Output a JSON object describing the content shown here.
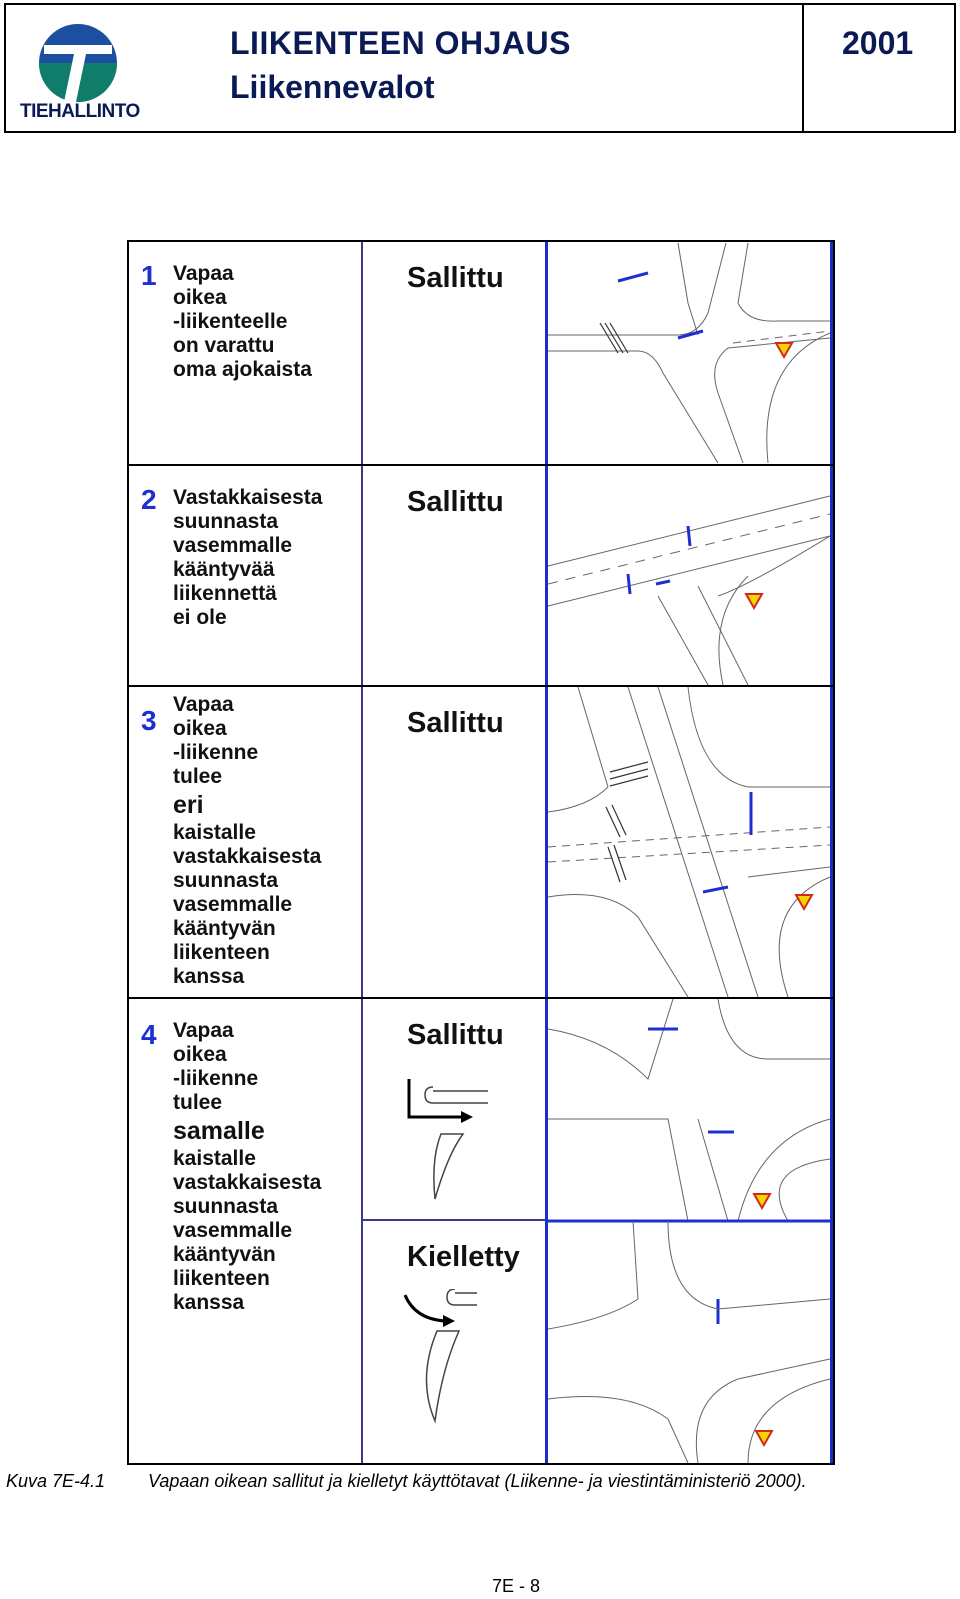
{
  "header": {
    "logo_text": "TIEHALLINTO",
    "title": "LIIKENTEEN OHJAUS",
    "subtitle": "Liikennevalot",
    "year": "2001"
  },
  "rows": [
    {
      "number": "1",
      "lines": [
        "Vapaa",
        "oikea",
        "-liikenteelle",
        "on varattu",
        "oma ajokaista"
      ],
      "status": "Sallittu"
    },
    {
      "number": "2",
      "lines": [
        "Vastakkaisesta",
        "suunnasta",
        "vasemmalle",
        "kääntyvää",
        "liikennettä",
        "ei ole"
      ],
      "status": "Sallittu"
    },
    {
      "number": "3",
      "lines": [
        "Vapaa",
        "oikea",
        "-liikenne",
        "tulee"
      ],
      "emph": "eri",
      "lines2": [
        "kaistalle",
        "vastakkaisesta",
        "suunnasta",
        "vasemmalle",
        "kääntyvän",
        "liikenteen",
        "kanssa"
      ],
      "status": "Sallittu"
    },
    {
      "number": "4",
      "lines": [
        "Vapaa",
        "oikea",
        "-liikenne",
        "tulee"
      ],
      "emph": "samalle",
      "lines2": [
        "kaistalle",
        "vastakkaisesta",
        "suunnasta",
        "vasemmalle",
        "kääntyvän",
        "liikenteen",
        "kanssa"
      ],
      "status": "Sallittu",
      "status2": "Kielletty"
    }
  ],
  "colors": {
    "accent_blue": "#1e2fd0",
    "yield_yellow": "#f2d600",
    "yield_red": "#d4281e",
    "logo_teal": "#0f7d6a",
    "logo_blue": "#1c4f9f"
  },
  "caption": {
    "label": "Kuva 7E-4.1",
    "text": "Vapaan oikean sallitut ja kielletyt käyttötavat (Liikenne- ja viestintäministeriö 2000)."
  },
  "page_number": "7E - 8"
}
